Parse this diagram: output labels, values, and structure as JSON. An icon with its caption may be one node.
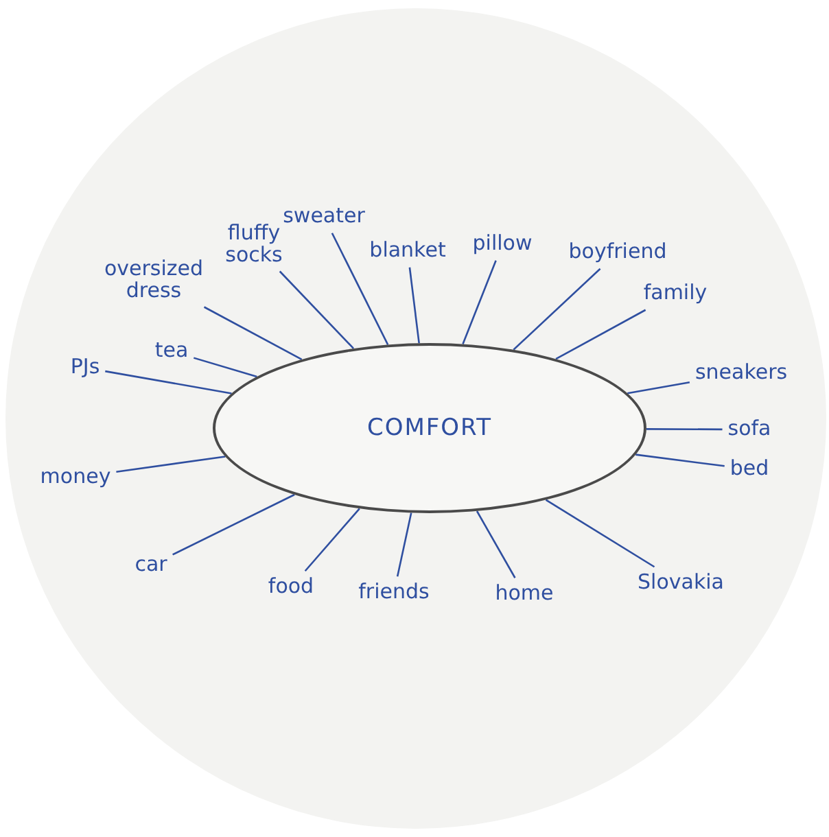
{
  "diagram": {
    "nodes": [
      {
        "text": [
          "COMFORT"
        ]
      },
      {
        "text": [
          "PJs"
        ]
      },
      {
        "text": [
          "tea"
        ]
      },
      {
        "text": [
          "oversized dress"
        ]
      },
      {
        "text": [
          "fluffy socks"
        ]
      },
      {
        "text": [
          "sweater"
        ]
      },
      {
        "text": [
          "blanket"
        ]
      },
      {
        "text": [
          "pillow"
        ]
      },
      {
        "text": [
          "boyfriend"
        ]
      },
      {
        "text": [
          "family"
        ]
      },
      {
        "text": [
          "sneakers"
        ]
      },
      {
        "text": [
          "sofa"
        ]
      },
      {
        "text": [
          "bed"
        ]
      },
      {
        "text": [
          "money"
        ]
      },
      {
        "text": [
          "car"
        ]
      },
      {
        "text": [
          "food"
        ]
      },
      {
        "text": [
          "friends"
        ]
      },
      {
        "text": [
          "home"
        ]
      },
      {
        "text": [
          "Slovakia"
        ]
      }
    ],
    "edges": [
      {
        "from": 1,
        "to": 0,
        "arrow": "none"
      },
      {
        "from": 2,
        "to": 0,
        "arrow": "none"
      },
      {
        "from": 3,
        "to": 0,
        "arrow": "none"
      },
      {
        "from": 4,
        "to": 0,
        "arrow": "none"
      },
      {
        "from": 5,
        "to": 0,
        "arrow": "none"
      },
      {
        "from": 6,
        "to": 0,
        "arrow": "none"
      },
      {
        "from": 7,
        "to": 0,
        "arrow": "none"
      },
      {
        "from": 8,
        "to": 0,
        "arrow": "none"
      },
      {
        "from": 9,
        "to": 0,
        "arrow": "none"
      },
      {
        "from": 10,
        "to": 0,
        "arrow": "none"
      },
      {
        "from": 11,
        "to": 0,
        "arrow": "none"
      },
      {
        "from": 12,
        "to": 0,
        "arrow": "none"
      },
      {
        "from": 13,
        "to": 0,
        "arrow": "none"
      },
      {
        "from": 14,
        "to": 0,
        "arrow": "none"
      },
      {
        "from": 15,
        "to": 0,
        "arrow": "none"
      },
      {
        "from": 16,
        "to": 0,
        "arrow": "none"
      },
      {
        "from": 17,
        "to": 0,
        "arrow": "none"
      },
      {
        "from": 18,
        "to": 0,
        "arrow": "none"
      }
    ]
  }
}
